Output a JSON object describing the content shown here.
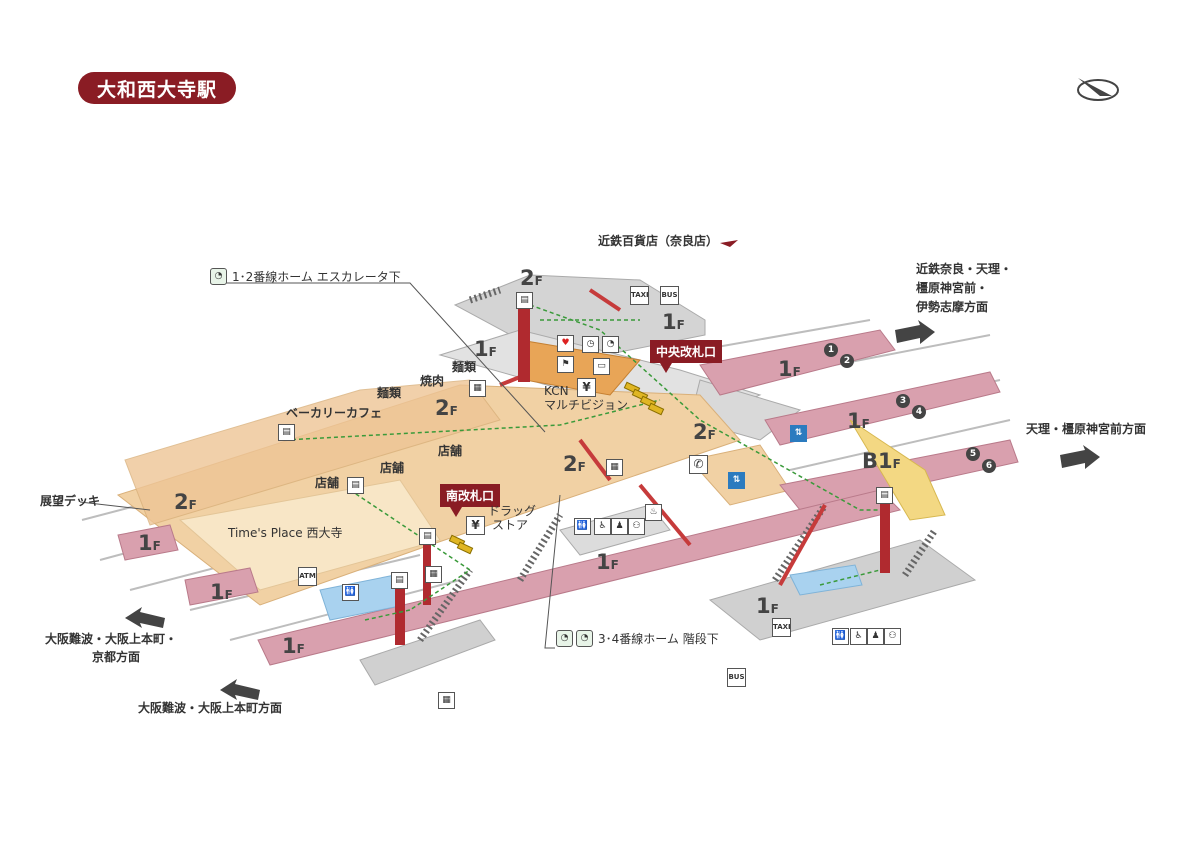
{
  "station_name": "大和西大寺駅",
  "colors": {
    "brand": "#8a1c24",
    "platform": "#d9a0ae",
    "concourse": "#f1d1a4",
    "concourse_light": "#f8e6c6",
    "store": "#e8a557",
    "gray_floor": "#c8c8c8",
    "route_green": "#3a9a3a",
    "elevator": "#c63b3b"
  },
  "directions": {
    "kintetsu_nara_tenri": [
      "近鉄奈良・天理・",
      "橿原神宮前・",
      "伊勢志摩方面"
    ],
    "tenri_kashihara": "天理・橿原神宮前方面",
    "osaka_kyoto": [
      "大阪難波・大阪上本町・",
      "京都方面"
    ],
    "osaka": "大阪難波・大阪上本町方面",
    "dept_store": "近鉄百貨店（奈良店）"
  },
  "gates": {
    "central": "中央改札口",
    "south": "南改札口"
  },
  "floors": {
    "f2_top": "2",
    "f1_top": "1",
    "f1_left_stair": "1",
    "f2_mid": "2",
    "f2_center": "2",
    "f2_right": "2",
    "f2_left": "2",
    "f1_track12": "1",
    "f1_track34": "1",
    "b1_track56": "B1",
    "f1_left": "1",
    "f1_lower": "1",
    "f1_bottom": "1",
    "f1_center": "1",
    "f1_right_low": "1",
    "suffix": "F"
  },
  "areas": {
    "deck": "展望デッキ",
    "bakery": "ベーカリーカフェ",
    "noodles_a": "麺類",
    "noodles_b": "麺類",
    "yakiniku": "焼肉",
    "shop_a": "店舗",
    "shop_b": "店舗",
    "shop_c": "店舗",
    "times_place": "Time's Place 西大寺",
    "kcn": [
      "KCN",
      "マルチビジョン"
    ],
    "drugstore": [
      "ドラッグ",
      "ストア"
    ]
  },
  "callouts": {
    "escalator_note": "1･2番線ホーム エスカレータ下",
    "stairs_note": "3･4番線ホーム 階段下"
  },
  "platform_numbers": [
    "1",
    "2",
    "3",
    "4",
    "5",
    "6"
  ],
  "icons": {
    "taxi": "TAXI",
    "atm": "ATM",
    "yen": "¥",
    "bus": "BUS",
    "phone": "✆"
  }
}
